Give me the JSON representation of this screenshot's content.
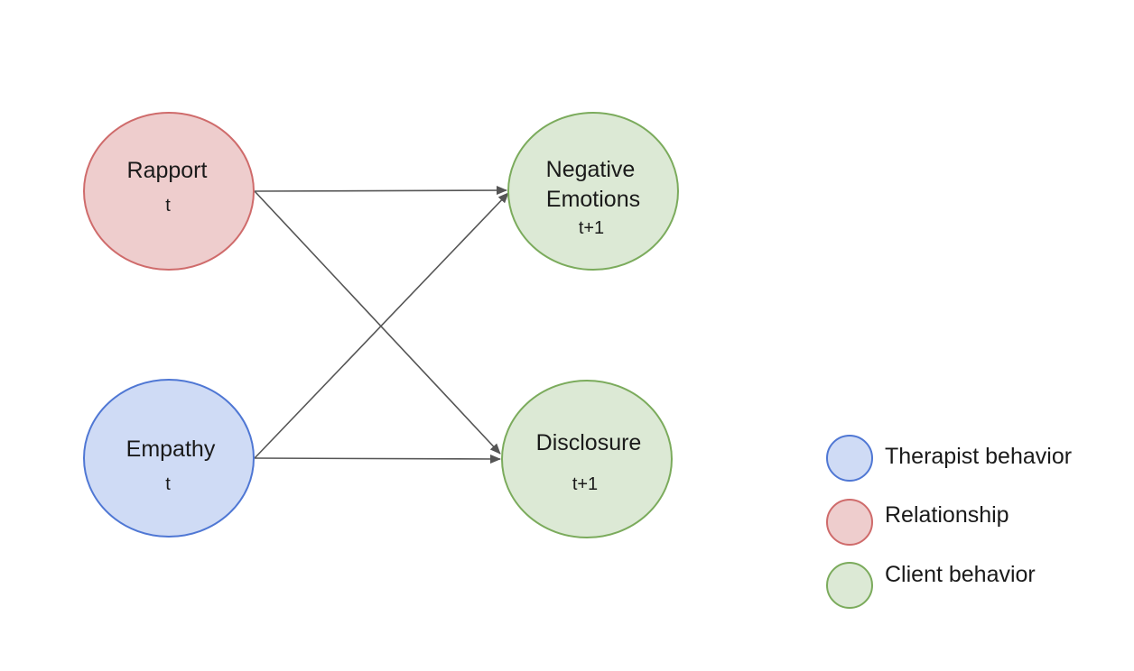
{
  "colors": {
    "relationship_fill": "#eecdcd",
    "relationship_stroke": "#cf6b6b",
    "therapist_fill": "#cfdbf5",
    "therapist_stroke": "#4f77d4",
    "client_fill": "#dce9d5",
    "client_stroke": "#7bab5c",
    "arrow": "#555555"
  },
  "nodes": {
    "rapport": {
      "name": "Rapport",
      "time": "t"
    },
    "empathy": {
      "name": "Empathy",
      "time": "t"
    },
    "negative_emotions": {
      "name_line1": "Negative",
      "name_line2": "Emotions",
      "time": "t+1"
    },
    "disclosure": {
      "name": "Disclosure",
      "time": "t+1"
    }
  },
  "edges": [
    {
      "from": "Rapport",
      "to": "Negative Emotions"
    },
    {
      "from": "Rapport",
      "to": "Disclosure"
    },
    {
      "from": "Empathy",
      "to": "Negative Emotions"
    },
    {
      "from": "Empathy",
      "to": "Disclosure"
    }
  ],
  "legend": {
    "therapist": "Therapist behavior",
    "relationship": "Relationship",
    "client": "Client behavior"
  }
}
